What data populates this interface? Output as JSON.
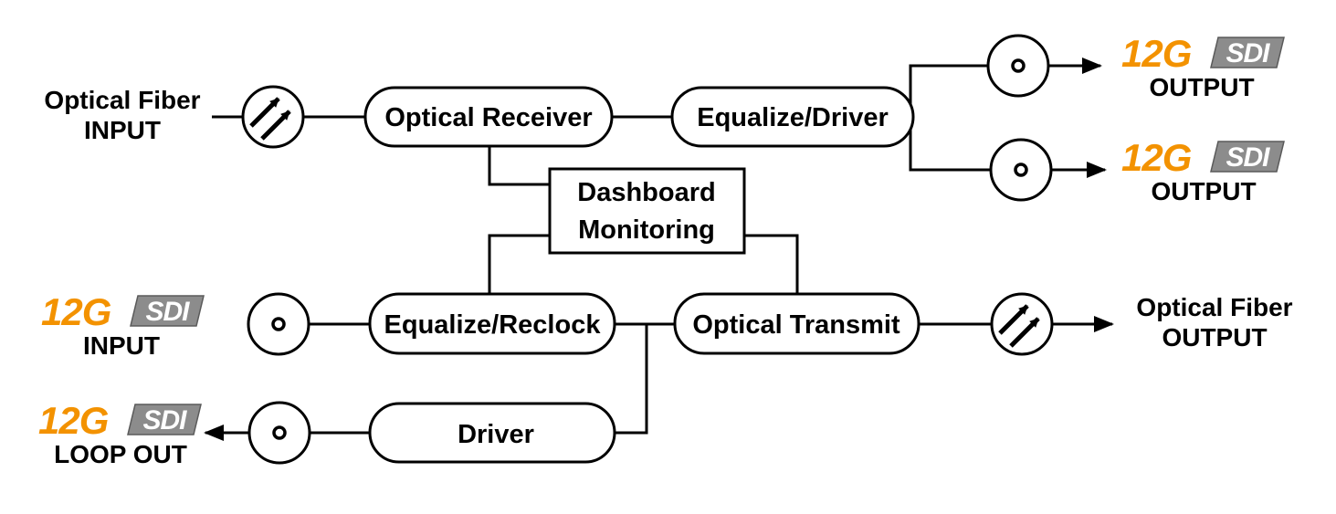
{
  "colors": {
    "accent": "#F39200",
    "sdi_badge": "#8C8C8C",
    "line": "#000000"
  },
  "logo": {
    "number": "12G",
    "suffix": "SDI"
  },
  "blocks": {
    "optical_receiver": "Optical Receiver",
    "equalize_driver": "Equalize/Driver",
    "dashboard_line1": "Dashboard",
    "dashboard_line2": "Monitoring",
    "equalize_reclock": "Equalize/Reclock",
    "optical_transmit": "Optical Transmit",
    "driver": "Driver"
  },
  "io": {
    "fiber_input_line1": "Optical Fiber",
    "fiber_input_line2": "INPUT",
    "output_1": "OUTPUT",
    "output_2": "OUTPUT",
    "sdi_input": "INPUT",
    "loop_out": "LOOP OUT",
    "fiber_output_line1": "Optical Fiber",
    "fiber_output_line2": "OUTPUT"
  },
  "icons": {
    "fiber_connector": "fiber-connector-icon",
    "bnc_connector": "bnc-connector-icon"
  }
}
